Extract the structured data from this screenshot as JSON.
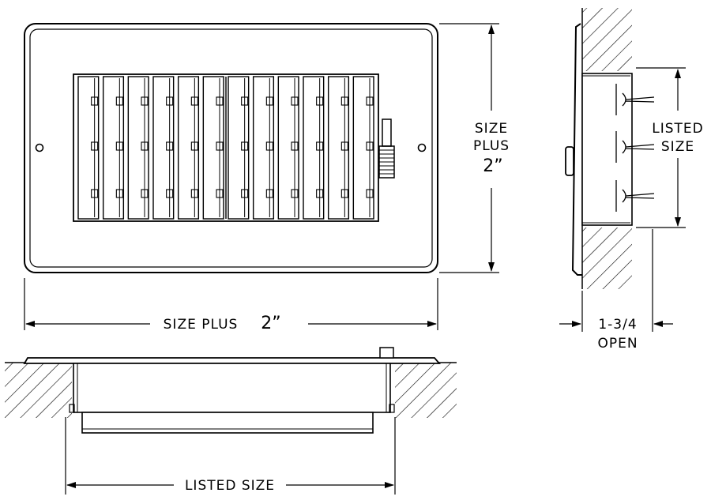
{
  "front_view": {
    "height_label_line1": "SIZE",
    "height_label_line2": "PLUS",
    "height_label_line3": "2”",
    "width_label": "SIZE PLUS",
    "width_label_value": "2”"
  },
  "side_view": {
    "opening_label_line1": "LISTED",
    "opening_label_line2": "SIZE",
    "depth_label_line1": "1-3/4",
    "depth_label_line2": "OPEN"
  },
  "bottom_view": {
    "width_label": "LISTED SIZE"
  },
  "colors": {
    "line": "#000000",
    "background": "#ffffff"
  }
}
